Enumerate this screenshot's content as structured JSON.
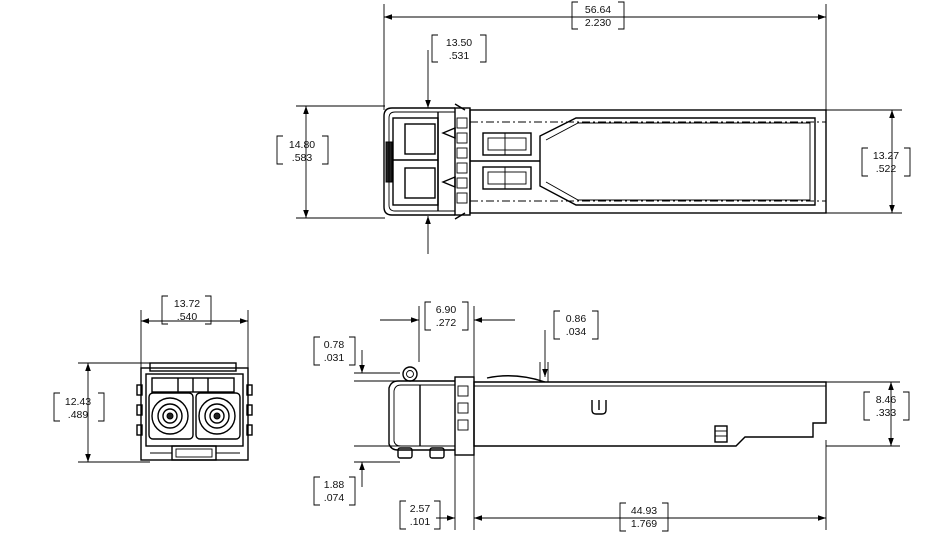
{
  "dimensions": {
    "overall_length": {
      "mm": "56.64",
      "in": "2.230"
    },
    "latch_offset": {
      "mm": "13.50",
      "in": ".531"
    },
    "bail_width": {
      "mm": "14.80",
      "in": ".583"
    },
    "body_width": {
      "mm": "13.27",
      "in": ".522"
    },
    "front_width": {
      "mm": "13.72",
      "in": ".540"
    },
    "front_height": {
      "mm": "12.43",
      "in": ".489"
    },
    "side_latch": {
      "mm": "6.90",
      "in": ".272"
    },
    "side_step": {
      "mm": "0.86",
      "in": ".034"
    },
    "side_top_offset": {
      "mm": "0.78",
      "in": ".031"
    },
    "side_bottom_offset": {
      "mm": "1.88",
      "in": ".074"
    },
    "side_flange": {
      "mm": "2.57",
      "in": ".101"
    },
    "side_body_length": {
      "mm": "44.93",
      "in": "1.769"
    },
    "side_height": {
      "mm": "8.46",
      "in": ".333"
    }
  }
}
